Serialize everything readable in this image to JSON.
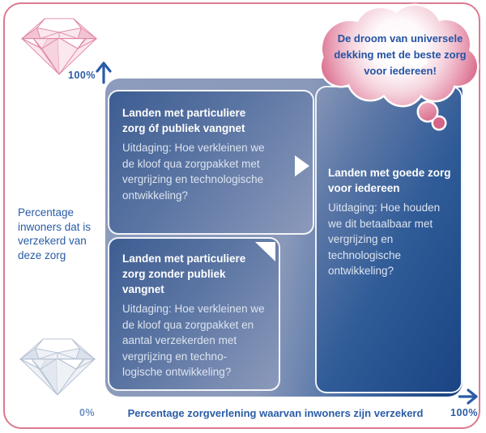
{
  "cloud": {
    "text": "De droom van universele dekking met de beste zorg voor iedereen!"
  },
  "axes": {
    "y_max_label": "100%",
    "y_title": "Percentage inwoners dat is verzekerd van deze zorg",
    "x_origin_label": "0%",
    "x_title": "Percentage zorgverlening waarvan inwoners zijn verzekerd",
    "x_max_label": "100%"
  },
  "quadrants": [
    {
      "position": "top-left",
      "title": "Landen met particuliere zorg óf publiek vangnet",
      "body": "Uitdaging: Hoe verkleinen we de kloof qua zorgpakket met vergrijzing en technologische ontwikkeling?"
    },
    {
      "position": "bottom-left",
      "title": "Landen met particuliere zorg zonder publiek vangnet",
      "body": "Uitdaging: Hoe verkleinen we de kloof qua zorgpakket en aantal verzekerden met vergrijzing en techno-logische ontwikkeling?"
    },
    {
      "position": "right",
      "title": "Landen met goede zorg voor iedereen",
      "body": "Uitdaging: Hoe houden we dit betaalbaar met vergrijzing en technologische ontwikkeling?"
    }
  ],
  "icons": {
    "top_left": "pink-diamond",
    "bottom_left": "white-diamond",
    "quadrant1_arrow": "right-triangle",
    "quadrant2_arrow": "corner-triangle",
    "y_axis": "up-arrow",
    "x_axis": "right-arrow"
  },
  "colors": {
    "frame_pink": "#dc7a8f",
    "text_blue": "#2a5ca6",
    "card_dark_blue": "#3d5d92",
    "card_light_blue": "#8c9abb",
    "navy": "#153f7e",
    "cloud_rim_pink": "#d56385"
  }
}
